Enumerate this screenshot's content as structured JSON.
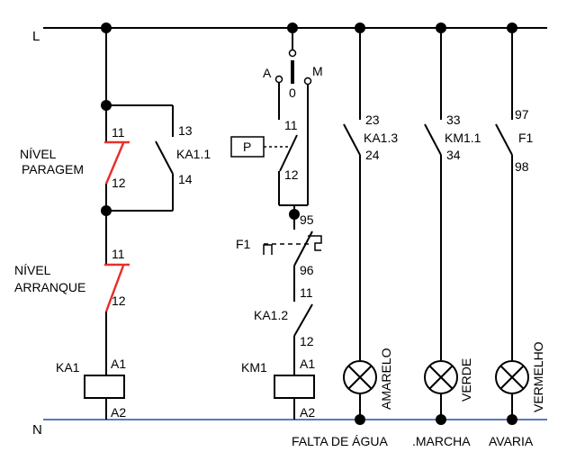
{
  "rails": {
    "line": "L",
    "neutral": "N"
  },
  "nivel_paragem": {
    "line1": "NÍVEL",
    "line2": "PARAGEM",
    "t_top": "11",
    "t_bot": "12"
  },
  "ka1_1": {
    "name": "KA1.1",
    "t_top": "13",
    "t_bot": "14"
  },
  "nivel_arranque": {
    "line1": "NÍVEL",
    "line2": "ARRANQUE",
    "t_top": "11",
    "t_bot": "12"
  },
  "ka1_coil": {
    "name": "KA1",
    "a1": "A1",
    "a2": "A2"
  },
  "selector": {
    "a": "A",
    "zero": "0",
    "m": "M"
  },
  "p_box": {
    "label": "P"
  },
  "ctrl_contact": {
    "t_top": "11",
    "t_bot": "12"
  },
  "f1_overload": {
    "name": "F1",
    "t_top": "95",
    "t_bot": "96"
  },
  "ka1_2": {
    "name": "KA1.2",
    "t_top": "11",
    "t_bot": "12"
  },
  "km1_coil": {
    "name": "KM1",
    "a1": "A1",
    "a2": "A2"
  },
  "ka1_3": {
    "name": "KA1.3",
    "t_top": "23",
    "t_bot": "24"
  },
  "km1_1": {
    "name": "KM1.1",
    "t_top": "33",
    "t_bot": "34"
  },
  "f1_aux": {
    "name": "F1",
    "t_top": "97",
    "t_bot": "98"
  },
  "lamps": [
    {
      "color_label": "AMARELO",
      "caption": "FALTA DE ÁGUA"
    },
    {
      "color_label": "VERDE",
      "caption": ".MARCHA"
    },
    {
      "color_label": "VERMELHO",
      "caption": "AVARIA"
    }
  ],
  "colors": {
    "wire": "#000000",
    "nc_contact": "#e8302b",
    "neutral_rail": "#5b78c4",
    "background": "#ffffff"
  }
}
